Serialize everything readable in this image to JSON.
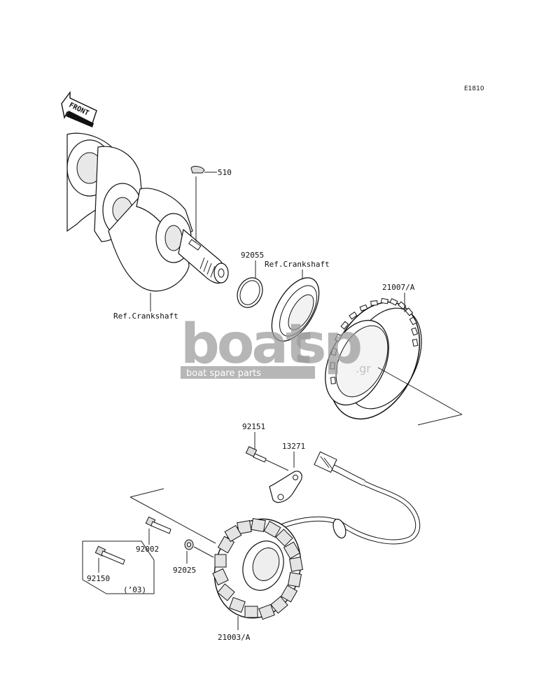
{
  "diagram_code": "E1810",
  "front_label": "FRONT",
  "labels": {
    "p510": "510",
    "p92055": "92055",
    "ref_crank_1": "Ref.Crankshaft",
    "ref_crank_2": "Ref.Crankshaft",
    "p21007A": "21007/A",
    "p92151": "92151",
    "p13271": "13271",
    "p92002": "92002",
    "p92025": "92025",
    "p92150": "92150",
    "note_03": "(’03)",
    "p21003A": "21003/A"
  },
  "watermark": {
    "brand_left": "boat",
    "brand_right": "sp",
    "domain": ".gr",
    "tagline": "boat spare parts"
  }
}
